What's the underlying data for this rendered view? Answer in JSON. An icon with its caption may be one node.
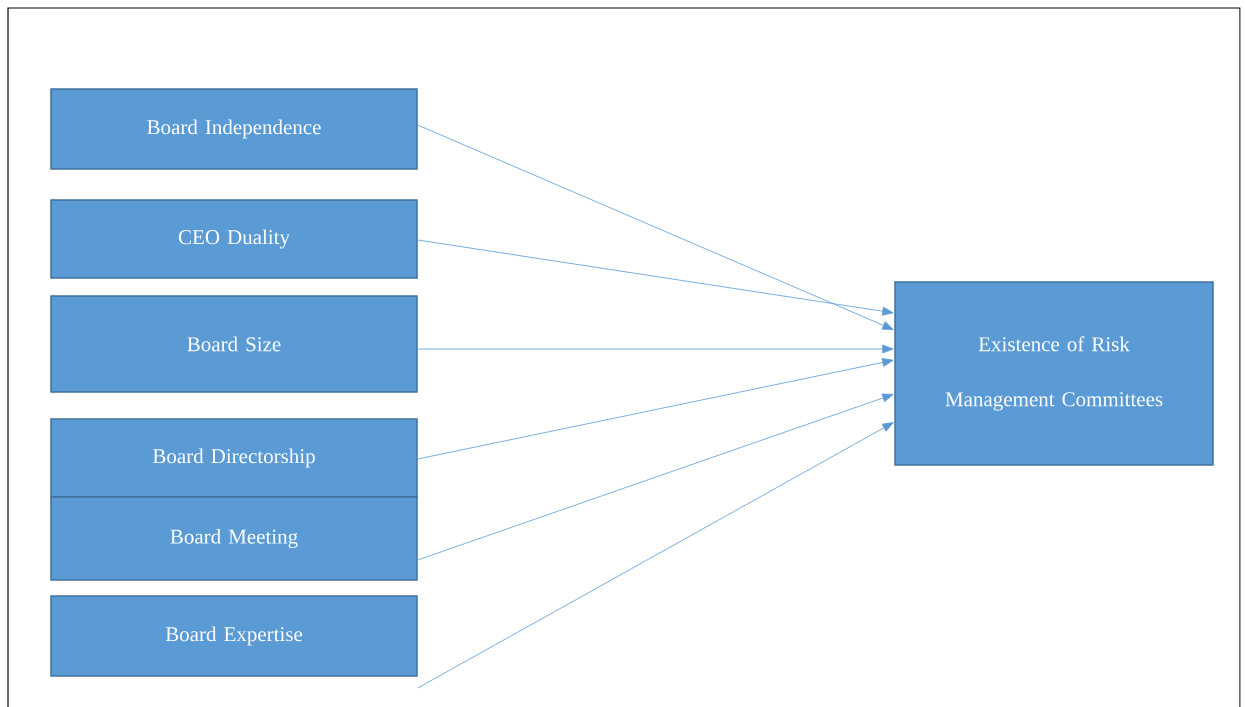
{
  "diagram": {
    "nodes": [
      {
        "text": [
          "Board Independence"
        ]
      },
      {
        "text": [
          "CEO Duality"
        ]
      },
      {
        "text": [
          "Board Size"
        ]
      },
      {
        "text": [
          "Board Directorship"
        ]
      },
      {
        "text": [
          "Board Meeting"
        ]
      },
      {
        "text": [
          "Board Expertise"
        ]
      },
      {
        "text": [
          "Existence of Risk Management Committees"
        ]
      }
    ],
    "edges": [
      {
        "from": 0,
        "to": 6,
        "arrow": "to"
      },
      {
        "from": 1,
        "to": 6,
        "arrow": "to"
      },
      {
        "from": 2,
        "to": 6,
        "arrow": "to"
      },
      {
        "from": 3,
        "to": 6,
        "arrow": "to"
      },
      {
        "from": 4,
        "to": 6,
        "arrow": "to"
      },
      {
        "from": 5,
        "to": 6,
        "arrow": "to"
      }
    ]
  }
}
